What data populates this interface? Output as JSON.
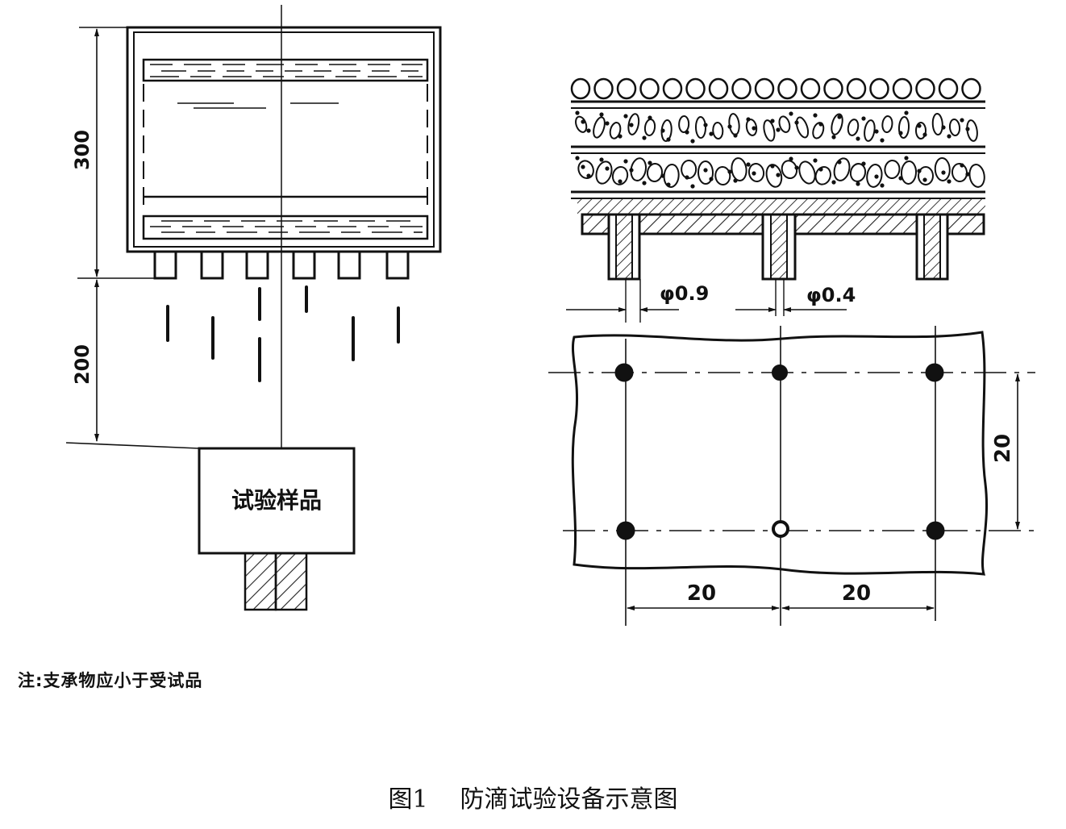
{
  "left_view": {
    "dim_tank_height": "300",
    "dim_drop_height": "200",
    "sample_label": "试验样品"
  },
  "right_view": {
    "dim_hole_large": "φ0.9",
    "dim_hole_small": "φ0.4",
    "dim_vertical_pitch": "20",
    "dim_horizontal_pitch_1": "20",
    "dim_horizontal_pitch_2": "20"
  },
  "note": "注:支承物应小于受试品",
  "caption": {
    "figure_number": "图1",
    "title": "防滴试验设备示意图"
  }
}
